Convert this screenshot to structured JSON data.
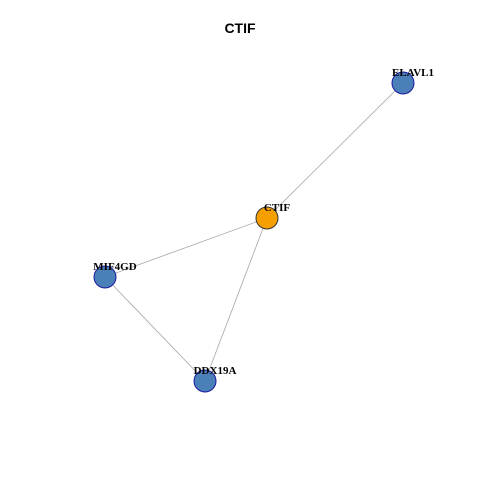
{
  "title": "CTIF",
  "colors": {
    "center_node": "#f5a000",
    "neighbor_node": "#4a7fb8",
    "node_border": "#1a1a9e",
    "edge": "#a6a6a6"
  },
  "nodes": [
    {
      "id": "elavl1",
      "label": "ELAVL1",
      "role": "neighbor"
    },
    {
      "id": "ctif",
      "label": "CTIF",
      "role": "center"
    },
    {
      "id": "mif4gd",
      "label": "MIF4GD",
      "role": "neighbor"
    },
    {
      "id": "ddx19a",
      "label": "DDX19A",
      "role": "neighbor"
    }
  ],
  "edges": [
    {
      "source": "ctif",
      "target": "elavl1"
    },
    {
      "source": "ctif",
      "target": "mif4gd"
    },
    {
      "source": "ctif",
      "target": "ddx19a"
    },
    {
      "source": "mif4gd",
      "target": "ddx19a"
    }
  ]
}
